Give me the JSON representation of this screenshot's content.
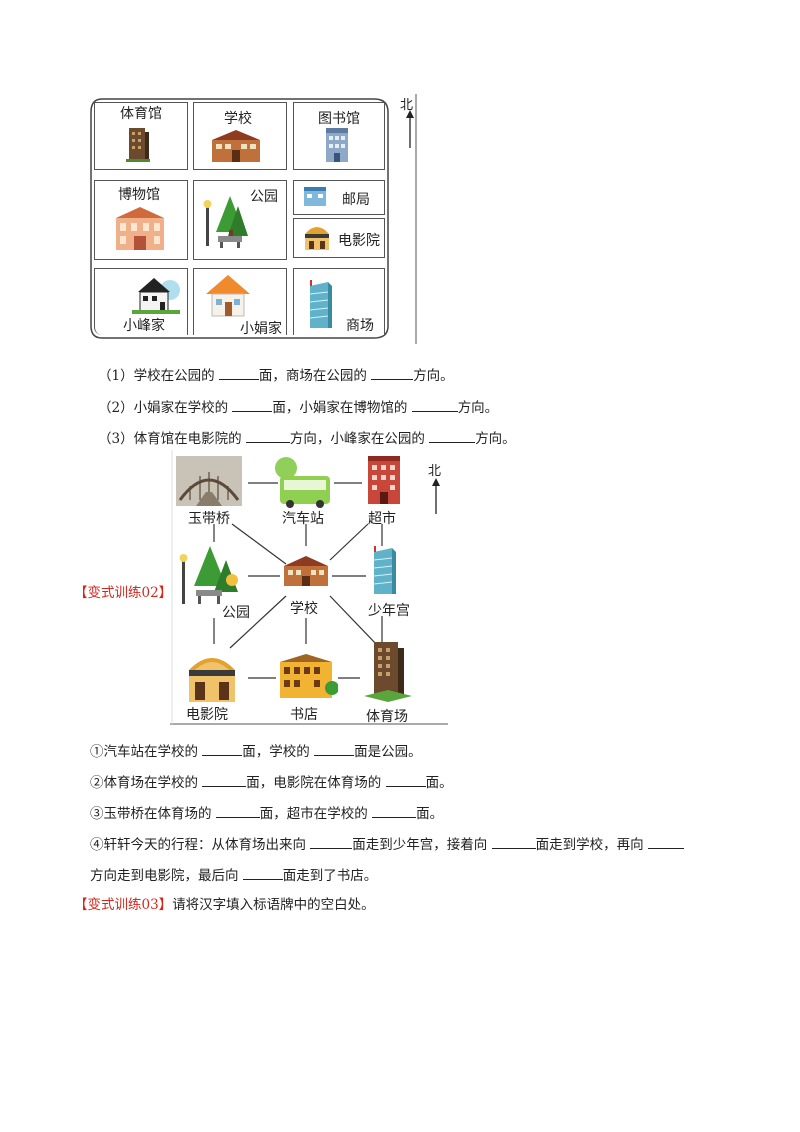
{
  "map1": {
    "north": "北",
    "labels": {
      "gym": "体育馆",
      "school": "学校",
      "library": "图书馆",
      "museum": "博物馆",
      "park": "公园",
      "post": "邮局",
      "cinema": "电影院",
      "xiaofeng": "小峰家",
      "xiaojuan": "小娟家",
      "mall": "商场"
    }
  },
  "questions1": [
    {
      "n": "（1）",
      "a": "学校在公园的 ",
      "b": "面，商场在公园的 ",
      "c": "方向。"
    },
    {
      "n": "（2）",
      "a": "小娟家在学校的 ",
      "b": "面，小娟家在博物馆的 ",
      "c": "方向。"
    },
    {
      "n": "（3）",
      "a": "体育馆在电影院的 ",
      "b": "方向，小峰家在公园的 ",
      "c": "方向。"
    }
  ],
  "section2": {
    "tag": "【变式训练02】"
  },
  "map2": {
    "north": "北",
    "labels": {
      "bridge": "玉带桥",
      "bus": "汽车站",
      "market": "超市",
      "park": "公园",
      "school": "学校",
      "palace": "少年宫",
      "cinema": "电影院",
      "bookstore": "书店",
      "gym": "体育场"
    }
  },
  "questions2": [
    {
      "n": "①",
      "a": "汽车站在学校的 ",
      "b": "面，学校的 ",
      "c": "面是公园。"
    },
    {
      "n": "②",
      "a": "体育场在学校的 ",
      "b": "面，电影院在体育场的 ",
      "c": "面。"
    },
    {
      "n": "③",
      "a": "玉带桥在体育场的 ",
      "b": "面，超市在学校的 ",
      "c": "面。"
    }
  ],
  "q4": {
    "n": "④",
    "line1a": "轩轩今天的行程：从体育场出来向 ",
    "line1b": "面走到少年宫，接着向 ",
    "line1c": "面走到学校，再向 ",
    "line2a": "方向走到电影院，最后向 ",
    "line2b": "面走到了书店。"
  },
  "section3": {
    "tag": "【变式训练03】",
    "text": "请将汉字填入标语牌中的空白处。"
  },
  "colors": {
    "accent": "#d4281d"
  }
}
